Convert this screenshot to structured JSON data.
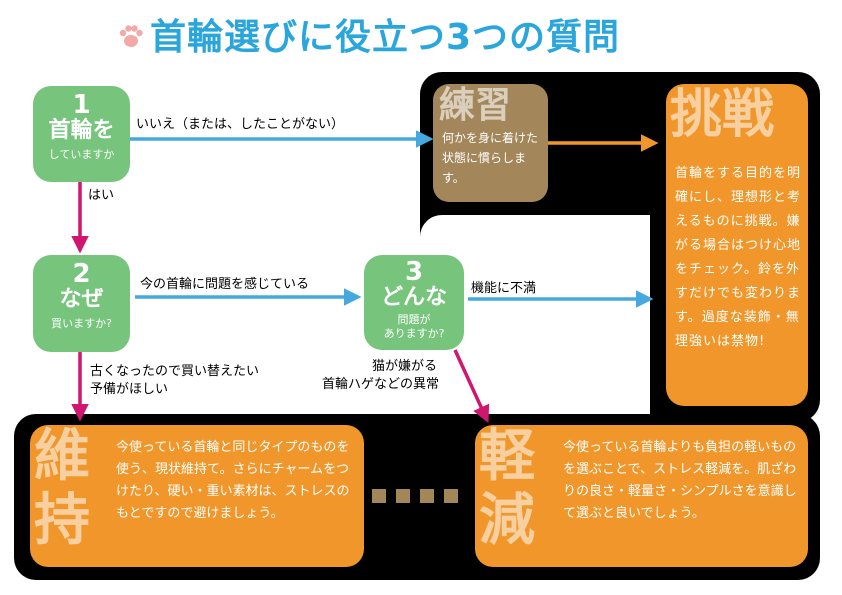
{
  "title": "首輪選びに役立つ3つの質問",
  "q1": {
    "num": "1",
    "big": "首輪を",
    "small": "していますか"
  },
  "q2": {
    "num": "2",
    "big": "なぜ",
    "small": "買いますか?"
  },
  "q3": {
    "num": "3",
    "big": "どんな",
    "small1": "問題が",
    "small2": "ありますか?"
  },
  "edges": {
    "q1_no": "いいえ（または、したことがない）",
    "q1_yes": "はい",
    "q2_issue": "今の首輪に問題を感じている",
    "q2_other1": "古くなったので買い替えたい",
    "q2_other2": "予備がほしい",
    "q3_func": "機能に不満",
    "q3_cat1": "猫が嫌がる",
    "q3_cat2": "首輪ハゲなどの異常"
  },
  "practice": {
    "heading": "練習",
    "text": "何かを身に着けた状態に慣らします。"
  },
  "challenge": {
    "heading": "挑戦",
    "text": "首輪をする目的を明確にし、理想形と考えるものに挑戦。嫌がる場合はつけ心地をチェック。鈴を外すだけでも変わります。過度な装飾・無理強いは禁物!"
  },
  "maintain": {
    "heading1": "維",
    "heading2": "持",
    "text": "今使っている首輪と同じタイプのものを使う、現状維持て。さらにチャームをつけたり、硬い・重い素材は、ストレスのもとですので避けましょう。"
  },
  "reduce": {
    "heading1": "軽",
    "heading2": "減",
    "text": "今使っている首輪よりも負担の軽いものを選ぶことで、ストレス軽減を。肌ざわりの良さ・軽量さ・シンプルさを意識して選ぶと良いでしょう。"
  },
  "colors": {
    "green": "#77c47c",
    "blue_arrow": "#45a9df",
    "magenta_arrow": "#d1166f",
    "orange": "#f0962a",
    "brown": "#a4865b",
    "title": "#2aa6dd"
  },
  "icons": {
    "title_icon": "paw-icon"
  }
}
